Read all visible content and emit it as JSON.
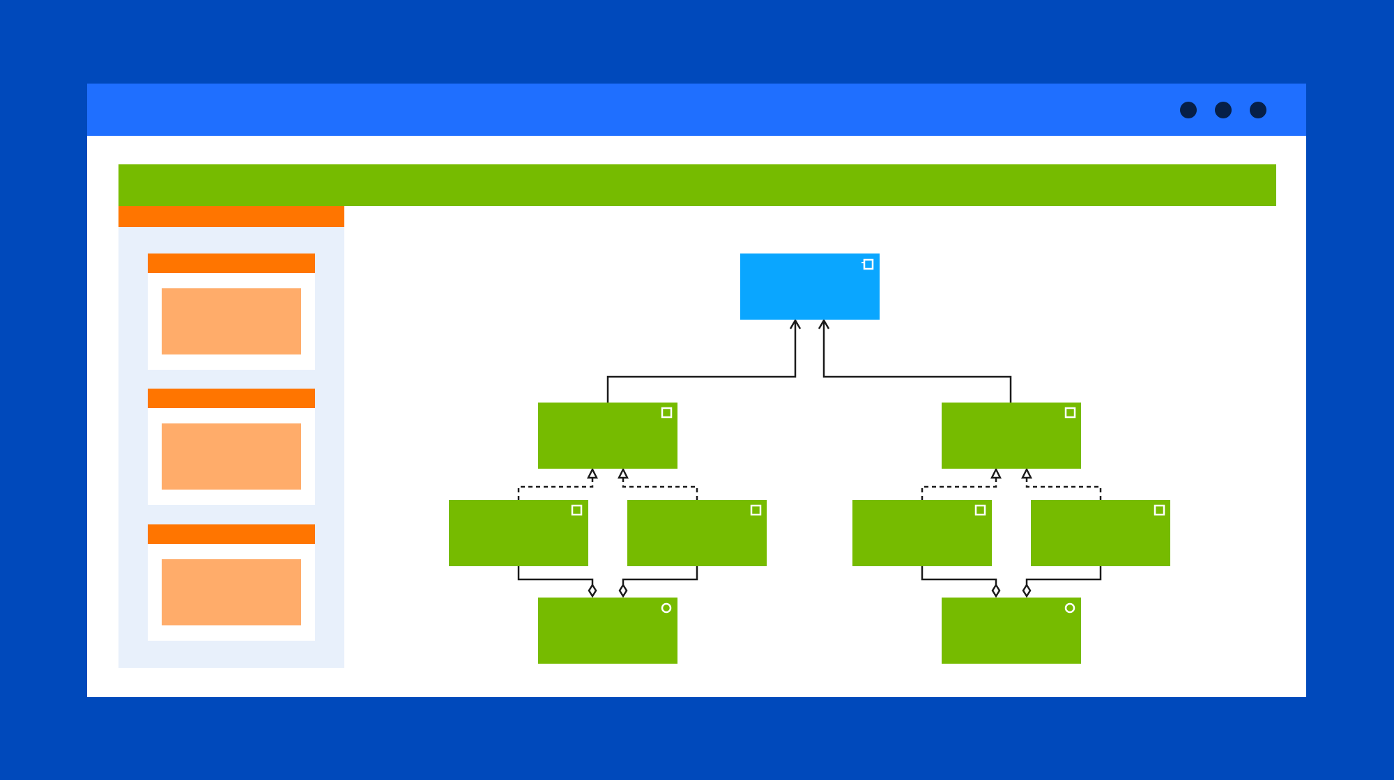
{
  "colors": {
    "backdrop": "#0049BB",
    "titlebar": "#1F6FFF",
    "window_dots": "#061F47",
    "header_bar": "#76BB00",
    "sidebar_panel": "#E8F0FB",
    "sidebar_accent": "#FF7500",
    "card_body": "#FFAC6A",
    "node_root": "#0AA6FF",
    "node_green": "#76BB00",
    "connector": "#1A1A1A",
    "node_icon": "#FFFFFF"
  },
  "titlebar": {
    "controls": [
      "window-control-dot-icon",
      "window-control-dot-icon",
      "window-control-dot-icon"
    ]
  },
  "sidebar": {
    "cards": [
      {
        "type": "card"
      },
      {
        "type": "card"
      },
      {
        "type": "card"
      }
    ]
  },
  "diagram": {
    "nodes": [
      {
        "id": "root",
        "fill": "node_root",
        "icon": "component-icon"
      },
      {
        "id": "left-parent",
        "fill": "node_green",
        "icon": "class-icon"
      },
      {
        "id": "right-parent",
        "fill": "node_green",
        "icon": "class-icon"
      },
      {
        "id": "left-child-a",
        "fill": "node_green",
        "icon": "class-icon"
      },
      {
        "id": "left-child-b",
        "fill": "node_green",
        "icon": "class-icon"
      },
      {
        "id": "right-child-a",
        "fill": "node_green",
        "icon": "class-icon"
      },
      {
        "id": "right-child-b",
        "fill": "node_green",
        "icon": "class-icon"
      },
      {
        "id": "left-interface",
        "fill": "node_green",
        "icon": "interface-icon"
      },
      {
        "id": "right-interface",
        "fill": "node_green",
        "icon": "interface-icon"
      }
    ],
    "edges": [
      {
        "from": "left-parent",
        "to": "root",
        "type": "association"
      },
      {
        "from": "right-parent",
        "to": "root",
        "type": "association"
      },
      {
        "from": "left-child-a",
        "to": "left-parent",
        "type": "realization"
      },
      {
        "from": "left-child-b",
        "to": "left-parent",
        "type": "realization"
      },
      {
        "from": "right-child-a",
        "to": "right-parent",
        "type": "realization"
      },
      {
        "from": "right-child-b",
        "to": "right-parent",
        "type": "realization"
      },
      {
        "from": "left-child-a",
        "to": "left-interface",
        "type": "aggregation"
      },
      {
        "from": "left-child-b",
        "to": "left-interface",
        "type": "aggregation"
      },
      {
        "from": "right-child-a",
        "to": "right-interface",
        "type": "aggregation"
      },
      {
        "from": "right-child-b",
        "to": "right-interface",
        "type": "aggregation"
      }
    ]
  }
}
